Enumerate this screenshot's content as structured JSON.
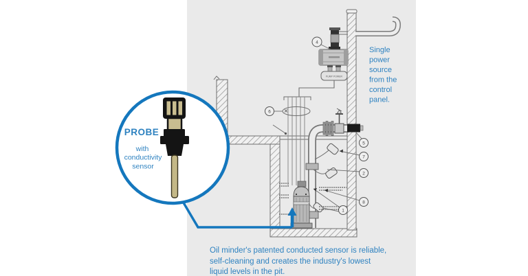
{
  "colors": {
    "page_bg": "#ffffff",
    "panel_bg": "#eaeaea",
    "accent_blue": "#1477bd",
    "text_blue": "#2e82c0",
    "probe_tan": "#c9bd90",
    "probe_black": "#141414",
    "line_ink": "#6f6f6f",
    "seal_black": "#1c1c1c"
  },
  "probe_callout": {
    "title": "PROBE",
    "subtitle_lines": [
      "with",
      "conductivity",
      "sensor"
    ]
  },
  "power_note": {
    "lines": [
      "Single",
      "power",
      "source",
      "from the",
      "control",
      "panel."
    ]
  },
  "caption": {
    "lines": [
      "Oil minder's patented conducted sensor is reliable,",
      "self-cleaning and creates the industry's lowest",
      "liquid levels in the pit."
    ]
  },
  "diagram": {
    "unit_label": "PUMP POWER",
    "callouts": {
      "pump": "1",
      "float_lower": "2",
      "power_unit": "4",
      "wall_seal": "5",
      "grommet": "6",
      "float_upper": "7",
      "sensor": "8"
    }
  }
}
